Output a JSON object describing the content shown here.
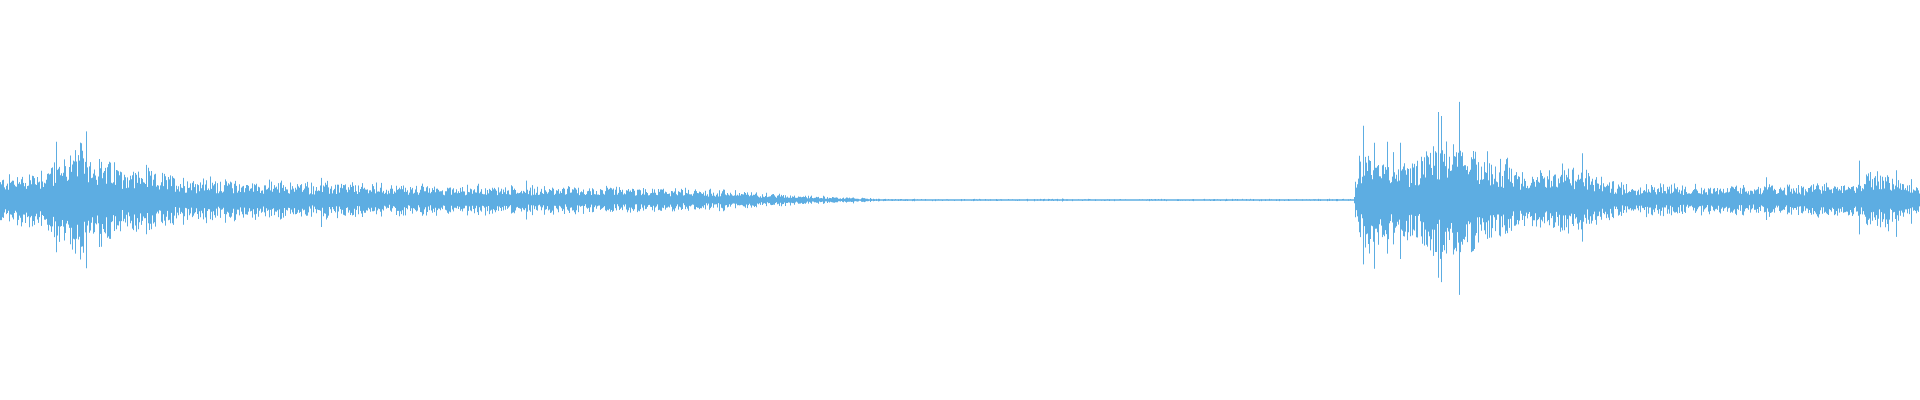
{
  "waveform": {
    "color": "#5dade2",
    "background": "#ffffff",
    "duration_fraction_silence": [
      0.46,
      0.705
    ],
    "amplitude_envelope": [
      {
        "t": 0.0,
        "a": 0.13
      },
      {
        "t": 0.02,
        "a": 0.18
      },
      {
        "t": 0.042,
        "a": 0.32
      },
      {
        "t": 0.06,
        "a": 0.2
      },
      {
        "t": 0.09,
        "a": 0.14
      },
      {
        "t": 0.13,
        "a": 0.11
      },
      {
        "t": 0.2,
        "a": 0.09
      },
      {
        "t": 0.26,
        "a": 0.08
      },
      {
        "t": 0.33,
        "a": 0.07
      },
      {
        "t": 0.37,
        "a": 0.06
      },
      {
        "t": 0.4,
        "a": 0.04
      },
      {
        "t": 0.43,
        "a": 0.02
      },
      {
        "t": 0.46,
        "a": 0.006
      },
      {
        "t": 0.705,
        "a": 0.006
      },
      {
        "t": 0.706,
        "a": 0.15
      },
      {
        "t": 0.712,
        "a": 0.4
      },
      {
        "t": 0.73,
        "a": 0.22
      },
      {
        "t": 0.752,
        "a": 0.35
      },
      {
        "t": 0.77,
        "a": 0.28
      },
      {
        "t": 0.8,
        "a": 0.15
      },
      {
        "t": 0.815,
        "a": 0.22
      },
      {
        "t": 0.84,
        "a": 0.1
      },
      {
        "t": 0.9,
        "a": 0.08
      },
      {
        "t": 0.965,
        "a": 0.1
      },
      {
        "t": 0.975,
        "a": 0.18
      },
      {
        "t": 1.0,
        "a": 0.08
      }
    ]
  }
}
